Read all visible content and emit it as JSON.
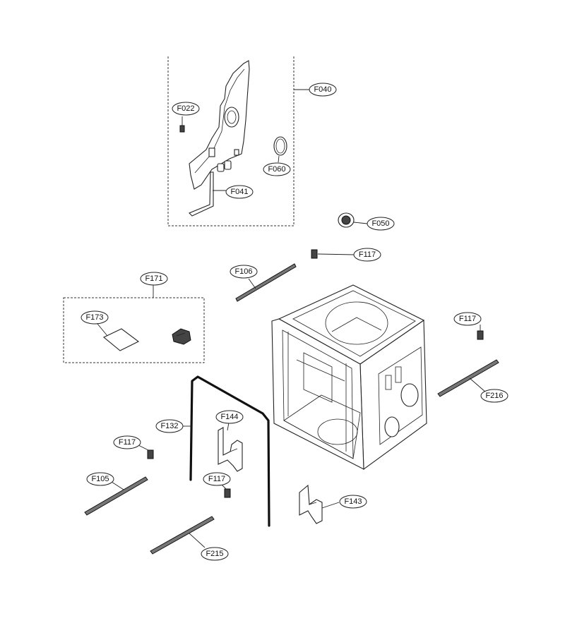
{
  "callouts": [
    {
      "id": "F040",
      "text": "F040"
    },
    {
      "id": "F022",
      "text": "F022"
    },
    {
      "id": "F060",
      "text": "F060"
    },
    {
      "id": "F041",
      "text": "F041"
    },
    {
      "id": "F050",
      "text": "F050"
    },
    {
      "id": "F117a",
      "text": "F117"
    },
    {
      "id": "F106",
      "text": "F106"
    },
    {
      "id": "F171",
      "text": "F171"
    },
    {
      "id": "F173",
      "text": "F173"
    },
    {
      "id": "F117b",
      "text": "F117"
    },
    {
      "id": "F216",
      "text": "F216"
    },
    {
      "id": "F132",
      "text": "F132"
    },
    {
      "id": "F144",
      "text": "F144"
    },
    {
      "id": "F117c",
      "text": "F117"
    },
    {
      "id": "F105",
      "text": "F105"
    },
    {
      "id": "F117d",
      "text": "F117"
    },
    {
      "id": "F143",
      "text": "F143"
    },
    {
      "id": "F215",
      "text": "F215"
    }
  ]
}
